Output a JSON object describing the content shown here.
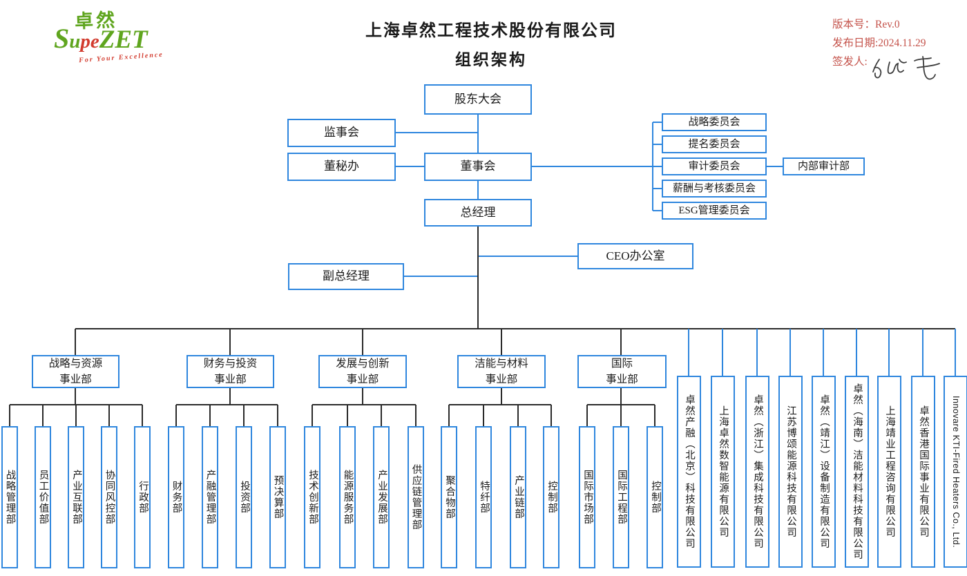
{
  "logo": {
    "chinese": "卓然",
    "latin": [
      {
        "t": "S",
        "c": "#5FA51E",
        "s": 40,
        "b": true
      },
      {
        "t": "u",
        "c": "#5FA51E",
        "s": 29,
        "b": true
      },
      {
        "t": "p",
        "c": "#D23B2E",
        "s": 29,
        "b": true
      },
      {
        "t": "e",
        "c": "#D23B2E",
        "s": 29,
        "b": true
      },
      {
        "t": "ZET",
        "c": "#5FA51E",
        "s": 37,
        "b": true
      }
    ],
    "tagline": "For Your Excellence"
  },
  "header": {
    "title_line1": "上海卓然工程技术股份有限公司",
    "title_line2": "组织架构"
  },
  "meta": {
    "version": "版本号：Rev.0",
    "release_date": "发布日期:2024.11.29",
    "signer": "签发人:"
  },
  "governance": {
    "shareholders": "股东大会",
    "supervisory_board": "监事会",
    "board_secretary_office": "董秘办",
    "board": "董事会",
    "general_manager": "总经理",
    "deputy_general_manager": "副总经理",
    "ceo_office": "CEO办公室",
    "internal_audit": "内部审计部",
    "committees": [
      "战略委员会",
      "提名委员会",
      "审计委员会",
      "薪酬与考核委员会",
      "ESG管理委员会"
    ]
  },
  "divisions": [
    {
      "name": [
        "战略与资源",
        "事业部"
      ],
      "departments": [
        "战略管理部",
        "员工价值部",
        "产业互联部",
        "协同风控部",
        "行政部"
      ]
    },
    {
      "name": [
        "财务与投资",
        "事业部"
      ],
      "departments": [
        "财务部",
        "产融管理部",
        "投资部",
        "预决算部"
      ]
    },
    {
      "name": [
        "发展与创新",
        "事业部"
      ],
      "departments": [
        "技术创新部",
        "能源服务部",
        "产业发展部",
        "供应链管理部"
      ]
    },
    {
      "name": [
        "洁能与材料",
        "事业部"
      ],
      "departments": [
        "聚合物部",
        "特纤部",
        "产业链部",
        "控制部"
      ]
    },
    {
      "name": [
        "国际",
        "事业部"
      ],
      "departments": [
        "国际市场部",
        "国际工程部",
        "控制部"
      ]
    }
  ],
  "subsidiaries": [
    "卓然产融（北京）科技有限公司",
    "上海卓然数智能源有限公司",
    "卓然（浙江）集成科技有限公司",
    "江苏博颂能源科技有限公司",
    "卓然（靖江）设备制造有限公司",
    "卓然（海南）洁能材料科技有限公司",
    "上海靖业工程咨询有限公司",
    "卓然香港国际事业有限公司",
    "Innovare KTI-Fired Heaters Co., Ltd."
  ],
  "colors": {
    "accent_blue": "#2E86DE",
    "line_dark": "#2a2a2a",
    "brand_green": "#5FA51E",
    "brand_red": "#D23B2E",
    "meta_red": "#C4524A",
    "signature_ink": "#3c3c3c"
  }
}
